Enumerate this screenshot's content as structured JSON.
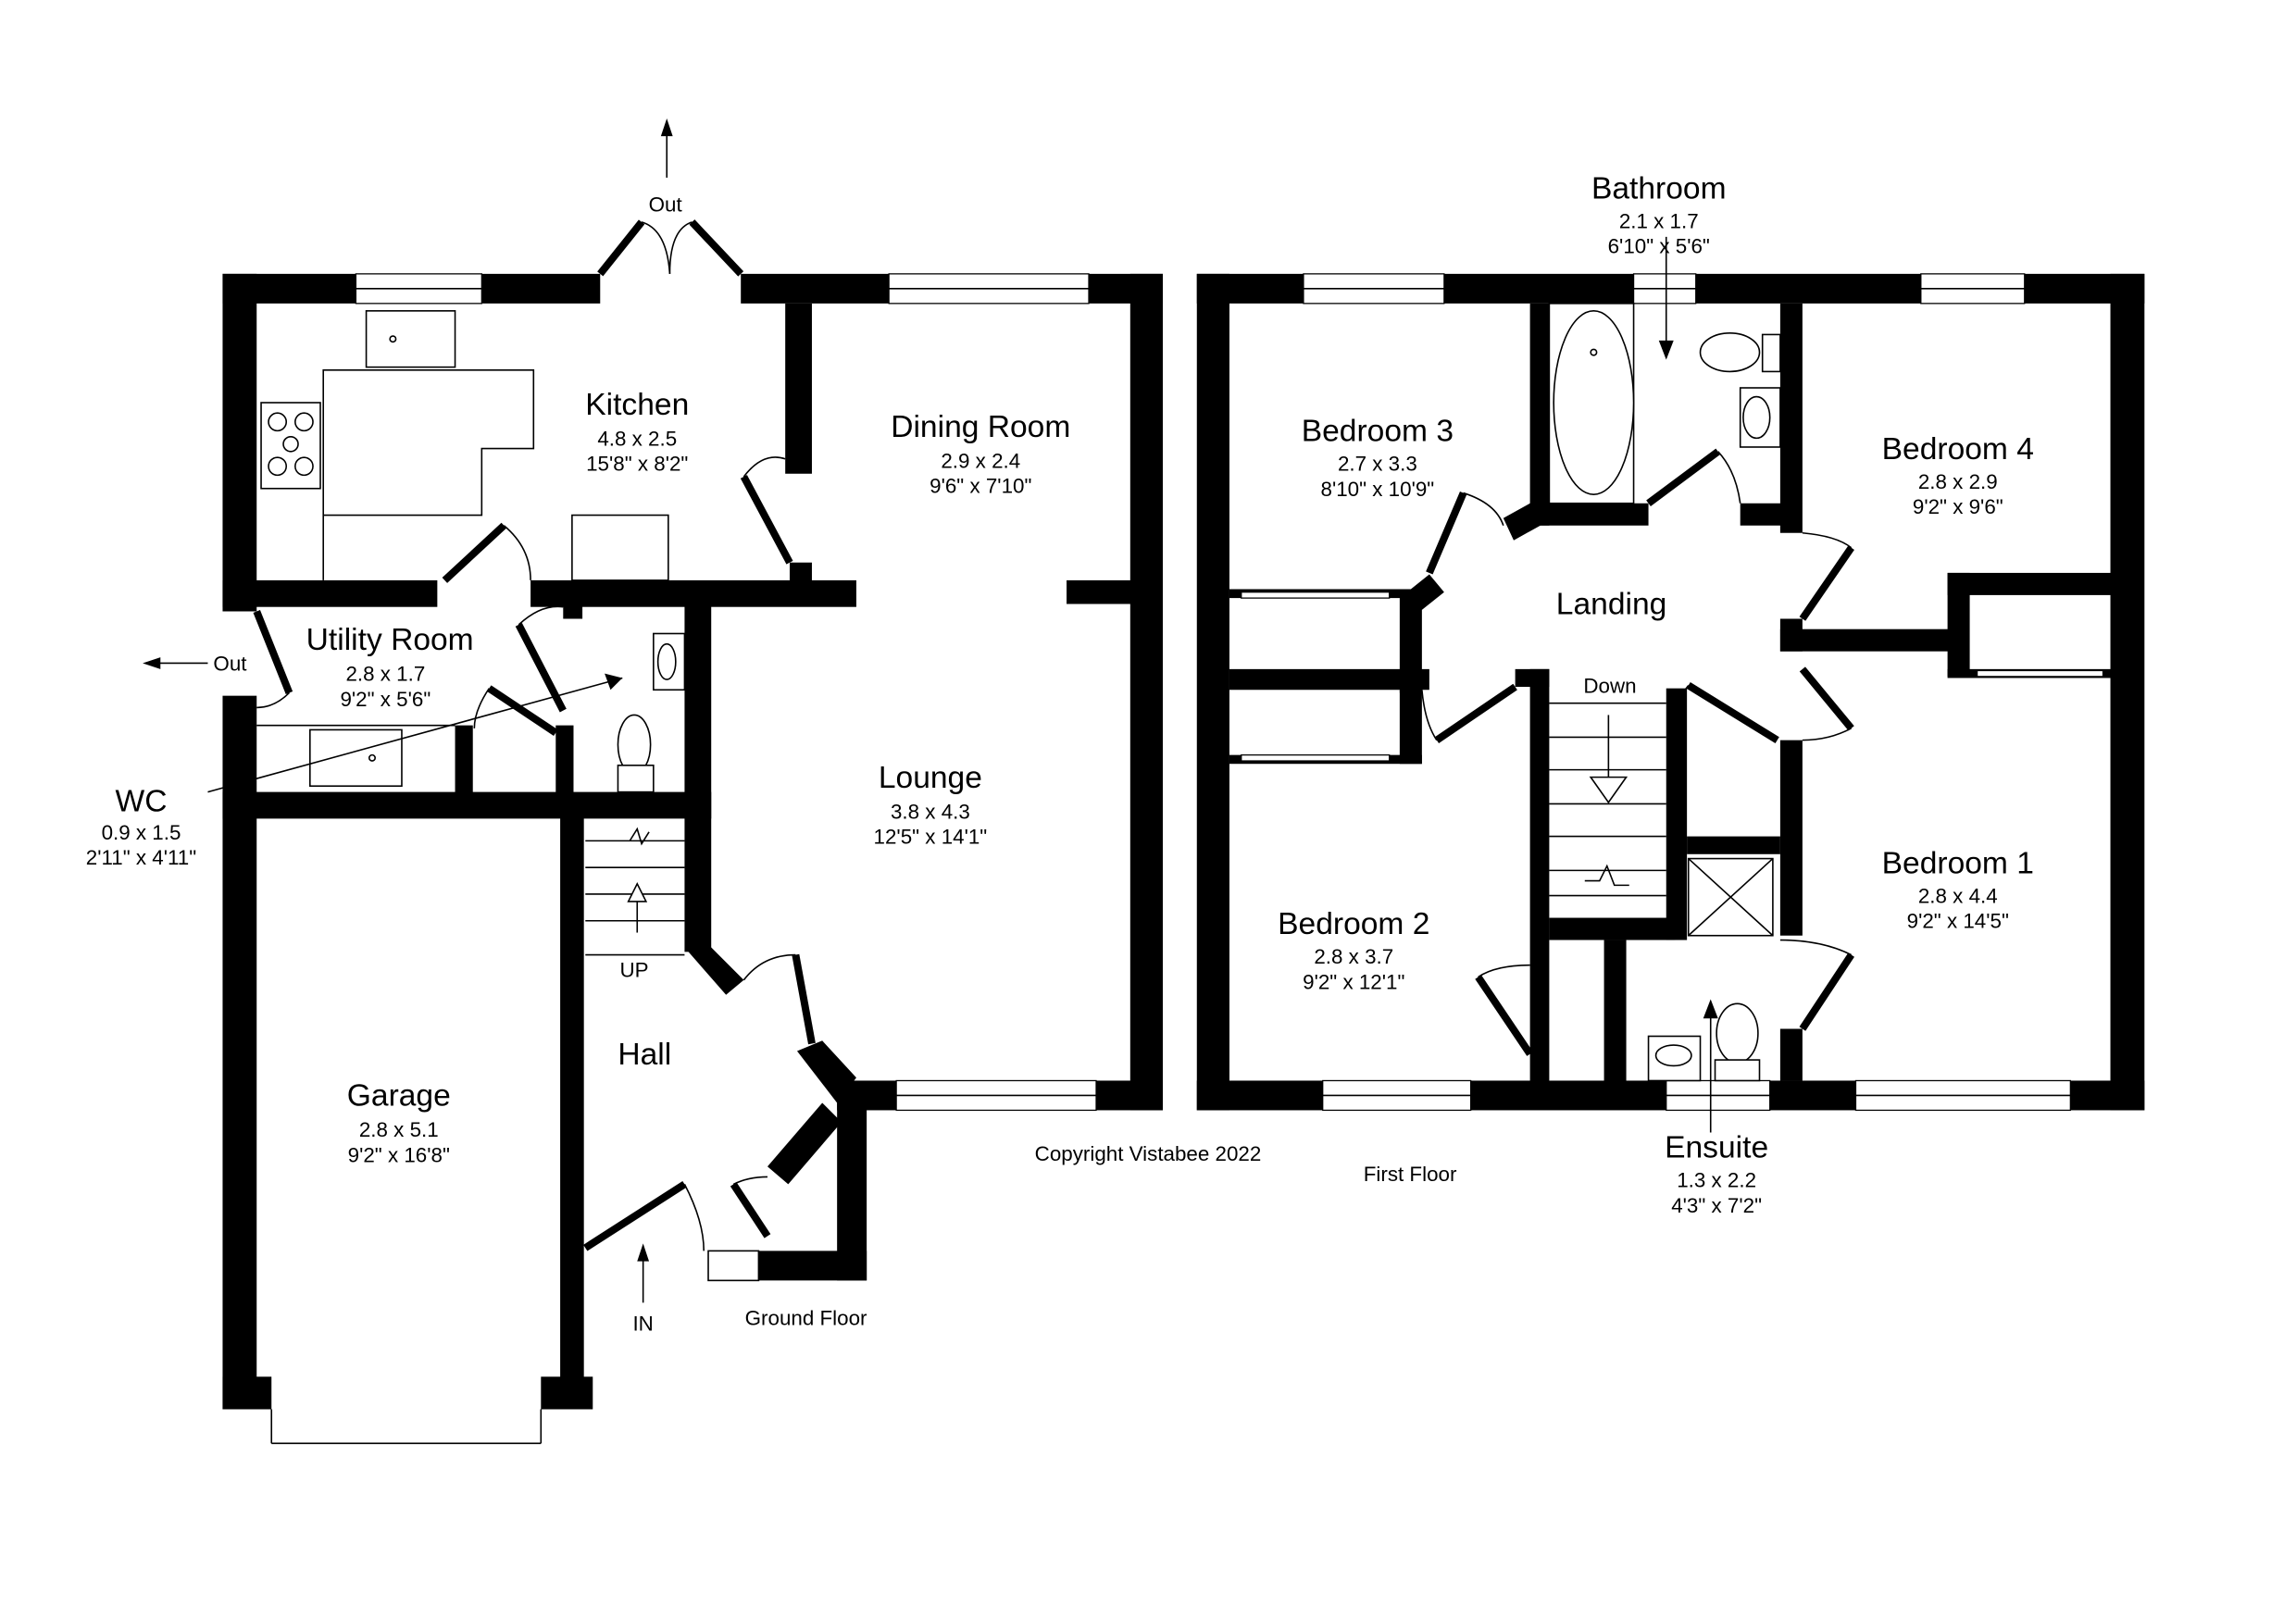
{
  "ground_floor": {
    "label": "Ground Floor",
    "rooms": {
      "kitchen": {
        "name": "Kitchen",
        "metric": "4.8 x 2.5",
        "imperial": "15'8\" x 8'2\""
      },
      "dining": {
        "name": "Dining Room",
        "metric": "2.9 x 2.4",
        "imperial": "9'6\" x 7'10\""
      },
      "utility": {
        "name": "Utility Room",
        "metric": "2.8 x 1.7",
        "imperial": "9'2\" x 5'6\""
      },
      "wc": {
        "name": "WC",
        "metric": "0.9 x 1.5",
        "imperial": "2'11\" x 4'11\""
      },
      "lounge": {
        "name": "Lounge",
        "metric": "3.8 x 4.3",
        "imperial": "12'5\" x 14'1\""
      },
      "garage": {
        "name": "Garage",
        "metric": "2.8 x 5.1",
        "imperial": "9'2\" x 16'8\""
      },
      "hall": {
        "name": "Hall"
      }
    },
    "markers": {
      "out_top": "Out",
      "out_left": "Out",
      "up": "UP",
      "in": "IN"
    }
  },
  "first_floor": {
    "label": "First Floor",
    "rooms": {
      "bathroom": {
        "name": "Bathroom",
        "metric": "2.1 x 1.7",
        "imperial": "6'10\" x 5'6\""
      },
      "bedroom3": {
        "name": "Bedroom 3",
        "metric": "2.7 x 3.3",
        "imperial": "8'10\" x 10'9\""
      },
      "bedroom4": {
        "name": "Bedroom 4",
        "metric": "2.8 x 2.9",
        "imperial": "9'2\" x 9'6\""
      },
      "landing": {
        "name": "Landing"
      },
      "bedroom2": {
        "name": "Bedroom 2",
        "metric": "2.8 x 3.7",
        "imperial": "9'2\" x 12'1\""
      },
      "bedroom1": {
        "name": "Bedroom 1",
        "metric": "2.8 x 4.4",
        "imperial": "9'2\" x 14'5\""
      },
      "ensuite": {
        "name": "Ensuite",
        "metric": "1.3 x 2.2",
        "imperial": "4'3\" x 7'2\""
      }
    },
    "markers": {
      "down": "Down"
    }
  },
  "copyright": "Copyright Vistabee 2022"
}
